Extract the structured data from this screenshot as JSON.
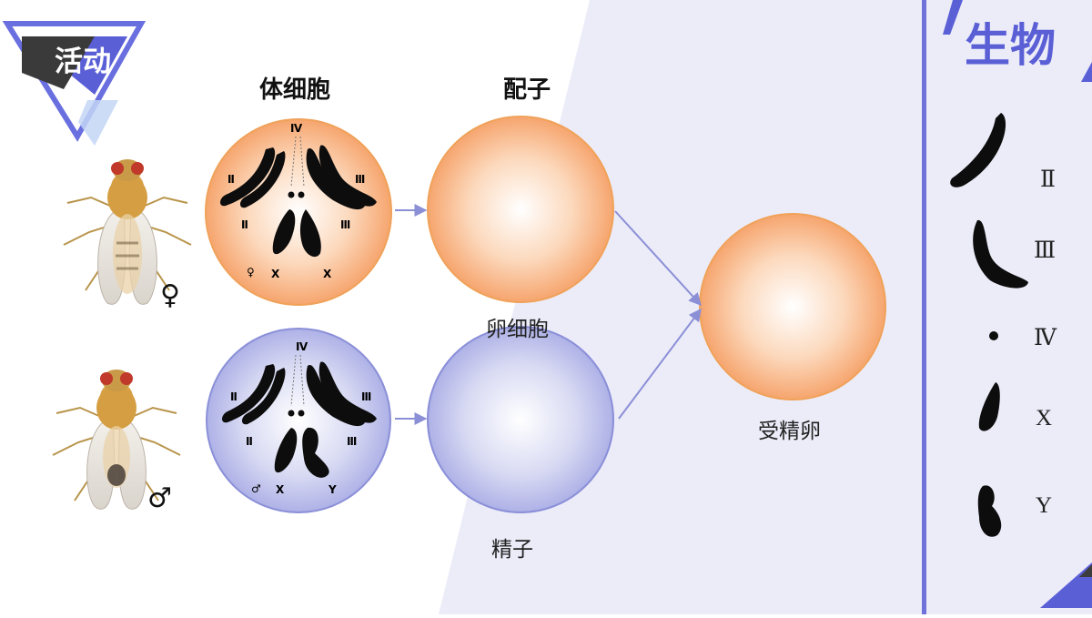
{
  "badge": {
    "label": "活动"
  },
  "subject": {
    "title": "生物"
  },
  "headers": {
    "somatic": "体细胞",
    "gamete": "配子"
  },
  "female": {
    "symbol": "♀",
    "cell_marks": {
      "iv": "Ⅳ",
      "ii_upper": "Ⅱ",
      "iii_upper": "Ⅲ",
      "ii_lower": "Ⅱ",
      "iii_lower": "Ⅲ",
      "sex": "♀",
      "x_left": "X",
      "x_right": "X"
    }
  },
  "male": {
    "symbol": "♂",
    "cell_marks": {
      "iv": "Ⅳ",
      "ii_upper": "Ⅱ",
      "iii_upper": "Ⅲ",
      "ii_lower": "Ⅱ",
      "iii_lower": "Ⅲ",
      "sex": "♂",
      "x_left": "X",
      "y_right": "Y"
    }
  },
  "gametes": {
    "egg": "卵细胞",
    "sperm": "精子"
  },
  "zygote": {
    "label": "受精卵"
  },
  "legend": [
    {
      "label": "Ⅱ",
      "shape": "long-curved"
    },
    {
      "label": "Ⅲ",
      "shape": "hook"
    },
    {
      "label": "Ⅳ",
      "shape": "dot"
    },
    {
      "label": "X",
      "shape": "rod"
    },
    {
      "label": "Y",
      "shape": "bent-rod"
    }
  ],
  "colors": {
    "accent": "#5a5fd6",
    "panel": "#ececf9",
    "female_cell_edge": "#f0a25a",
    "male_cell_edge": "#8a8fd8",
    "arrow": "#8b8fd6"
  }
}
